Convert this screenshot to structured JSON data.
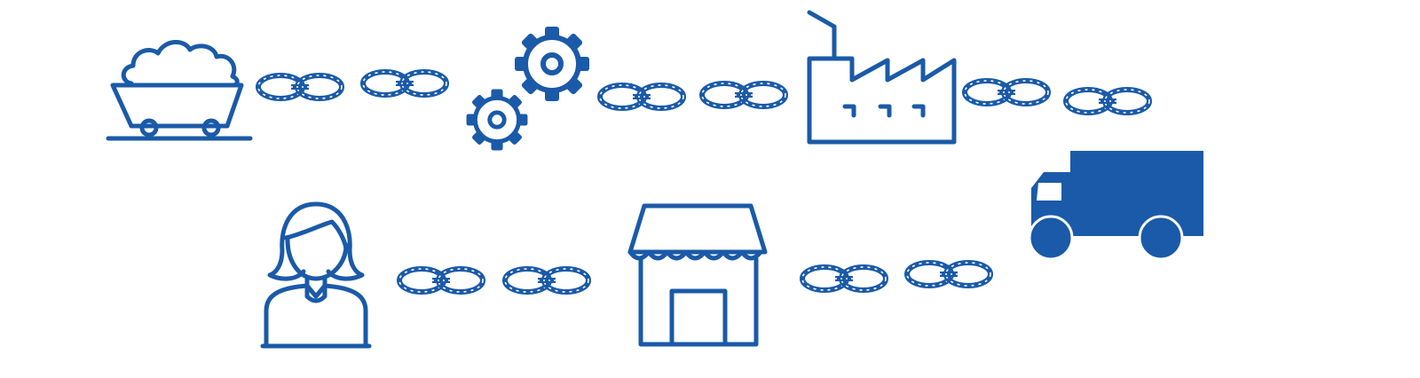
{
  "diagram": {
    "kind": "supply-chain-icons",
    "colors": {
      "primary": "#1a5aa8",
      "background": "#ffffff"
    },
    "rows": [
      {
        "stages": [
          {
            "id": "raw-materials",
            "icon": "mine-cart-icon"
          },
          {
            "id": "processing",
            "icon": "gears-icon"
          },
          {
            "id": "manufacturing",
            "icon": "factory-icon"
          }
        ],
        "connector": "chain-link-icon"
      },
      {
        "stages": [
          {
            "id": "consumer",
            "icon": "person-icon"
          },
          {
            "id": "retail",
            "icon": "store-icon"
          },
          {
            "id": "distribution",
            "icon": "truck-icon"
          }
        ],
        "connector": "chain-link-icon"
      }
    ]
  }
}
